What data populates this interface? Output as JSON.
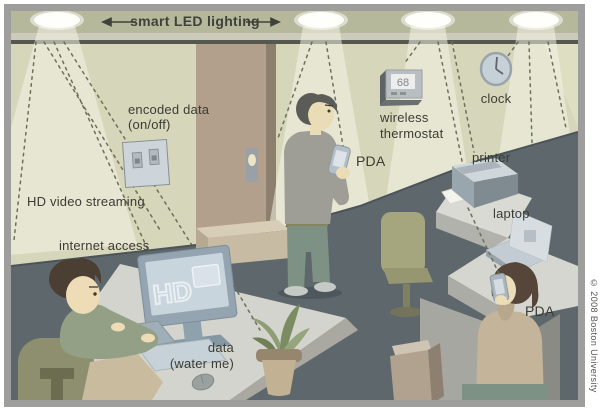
{
  "header": {
    "title": "smart LED lighting",
    "arrow_left_icon": "⟵",
    "arrow_right_icon": "⟶"
  },
  "wall_items": {
    "switch_label_line1": "encoded data",
    "switch_label_line2": "(on/off)",
    "thermostat_label_line1": "wireless",
    "thermostat_label_line2": "thermostat",
    "thermostat_reading": "68",
    "clock_label": "clock"
  },
  "left_workstation": {
    "hd_streaming_label": "HD video streaming",
    "internet_label": "internet access",
    "monitor_logo": "HD",
    "plant_label_line1": "data",
    "plant_label_line2": "(water me)"
  },
  "center_person": {
    "pda_label": "PDA"
  },
  "right_workstation": {
    "printer_label": "printer",
    "laptop_label": "laptop",
    "pda_label": "PDA"
  },
  "footer": {
    "copyright": "© 2008 Boston University"
  },
  "colors": {
    "wall": "#d6d6ba",
    "ceiling": "#b6b89b",
    "floor": "#5e686c",
    "door": "#b2a08d",
    "label_text": "#3a3d33",
    "light_cone": "#f4f4e6"
  }
}
